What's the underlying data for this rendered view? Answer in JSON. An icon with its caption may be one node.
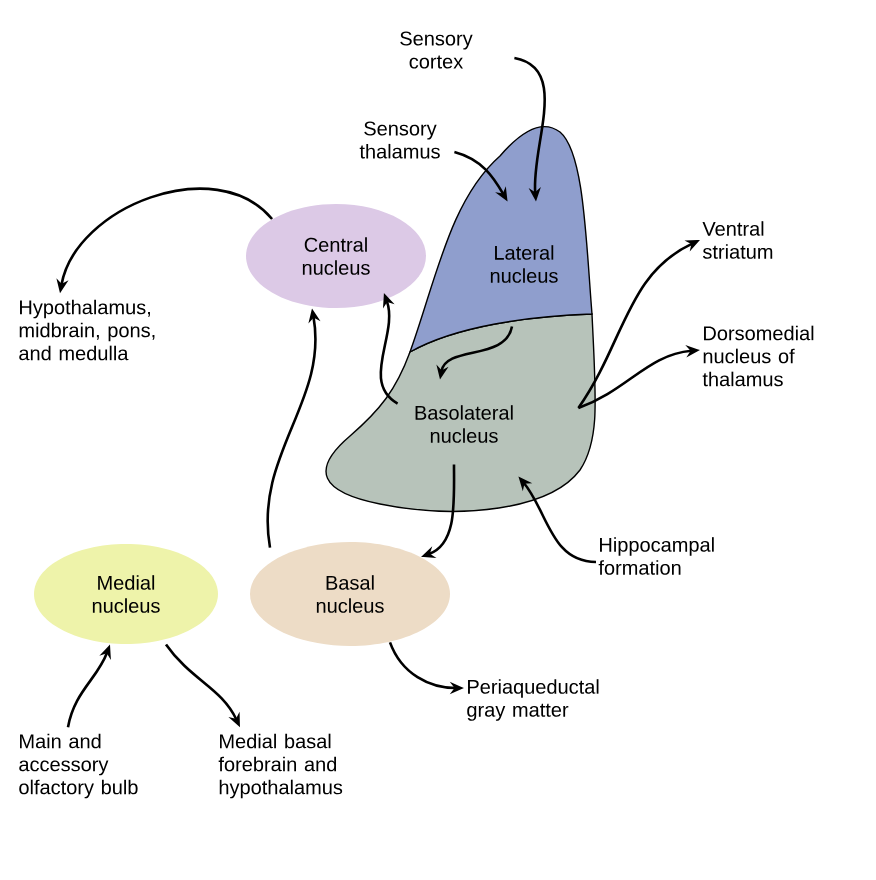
{
  "diagram": {
    "nodes": [
      {
        "text": [
          "Sensory cortex"
        ]
      },
      {
        "text": [
          "Sensory thalamus"
        ]
      },
      {
        "text": [
          "Lateral nucleus"
        ]
      },
      {
        "text": [
          "Central nucleus"
        ]
      },
      {
        "text": [
          "Hypothalamus, midbrain, pons, and medulla"
        ]
      },
      {
        "text": [
          "Ventral striatum"
        ]
      },
      {
        "text": [
          "Dorsomedial nucleus of thalamus"
        ]
      },
      {
        "text": [
          "Basolateral nucleus"
        ]
      },
      {
        "text": [
          "Hippocampal formation"
        ]
      },
      {
        "text": [
          "Medial nucleus"
        ]
      },
      {
        "text": [
          "Basal nucleus"
        ]
      },
      {
        "text": [
          "Periaqueductal gray matter"
        ]
      },
      {
        "text": [
          "Main and accessory olfactory bulb"
        ]
      },
      {
        "text": [
          "Medial basal forebrain and hypothalamus"
        ]
      }
    ],
    "edges": [
      {
        "from": 0,
        "to": 2,
        "arrow": "to"
      },
      {
        "from": 1,
        "to": 2,
        "arrow": "to"
      },
      {
        "from": 2,
        "to": 7,
        "arrow": "to"
      },
      {
        "from": 3,
        "to": 4,
        "arrow": "to"
      },
      {
        "from": 7,
        "to": 5,
        "arrow": "to"
      },
      {
        "from": 7,
        "to": 6,
        "arrow": "to"
      },
      {
        "from": 7,
        "to": 3,
        "arrow": "to"
      },
      {
        "from": 10,
        "to": 3,
        "arrow": "to"
      },
      {
        "from": 7,
        "to": 10,
        "arrow": "to"
      },
      {
        "from": 8,
        "to": 7,
        "arrow": "to"
      },
      {
        "from": 10,
        "to": 11,
        "arrow": "to"
      },
      {
        "from": 12,
        "to": 9,
        "arrow": "to"
      },
      {
        "from": 9,
        "to": 13,
        "arrow": "to"
      }
    ]
  }
}
